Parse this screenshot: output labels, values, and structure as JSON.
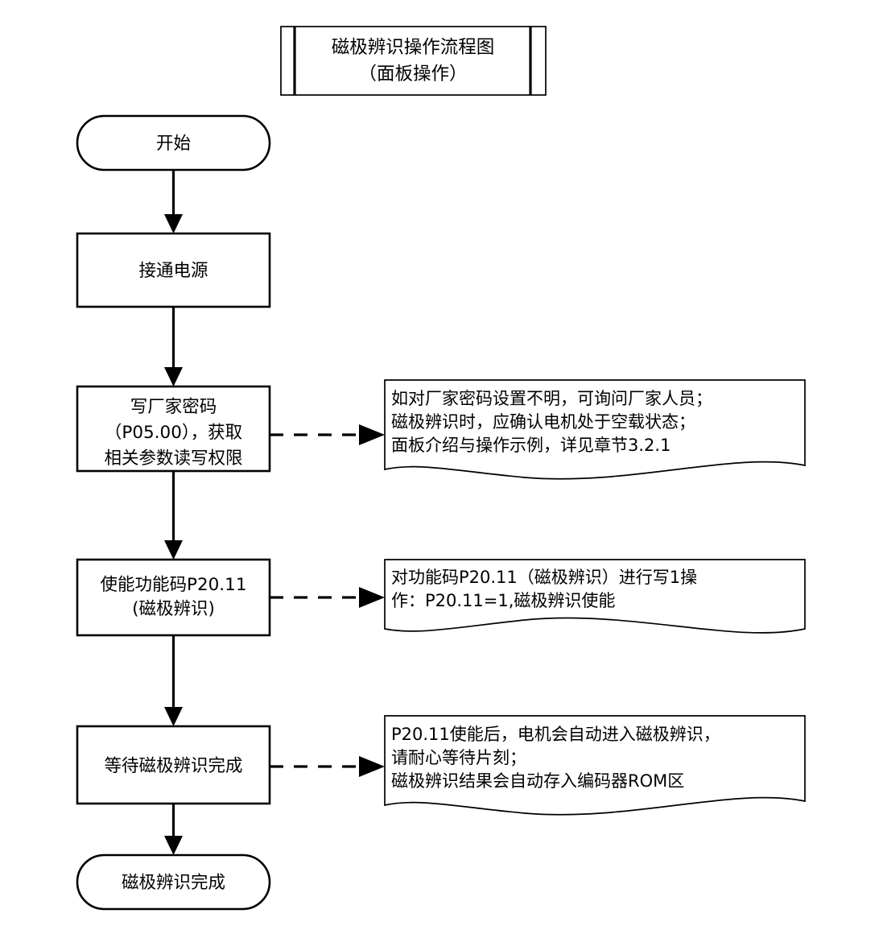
{
  "diagram": {
    "title_box": {
      "lines": [
        "磁极辨识操作流程图",
        "（面板操作）"
      ]
    },
    "nodes": [
      {
        "id": "start",
        "shape": "stadium",
        "name": "node-start",
        "lines": [
          "开始"
        ]
      },
      {
        "id": "power-on",
        "shape": "rect",
        "name": "node-power-on",
        "lines": [
          "接通电源"
        ]
      },
      {
        "id": "write-password",
        "shape": "rect",
        "name": "node-write-factory-password",
        "lines": [
          "写厂家密码",
          "（P05.00），获取",
          "相关参数读写权限"
        ]
      },
      {
        "id": "enable-p2011",
        "shape": "rect",
        "name": "node-enable-function-code",
        "lines": [
          "使能功能码P20.11",
          "(磁极辨识)"
        ]
      },
      {
        "id": "wait-complete",
        "shape": "rect",
        "name": "node-wait-identification",
        "lines": [
          "等待磁极辨识完成"
        ]
      },
      {
        "id": "finish",
        "shape": "stadium",
        "name": "node-identification-complete",
        "lines": [
          "磁极辨识完成"
        ]
      }
    ],
    "notes": [
      {
        "id": "note-password",
        "name": "note-factory-password",
        "attached_to": "write-password",
        "wave": "down",
        "lines": [
          "如对厂家密码设置不明，可询问厂家人员；",
          "磁极辨识时，应确认电机处于空载状态；",
          "面板介绍与操作示例，详见章节3.2.1"
        ]
      },
      {
        "id": "note-enable",
        "name": "note-enable-function-code",
        "attached_to": "enable-p2011",
        "wave": "up",
        "lines": [
          "对功能码P20.11（磁极辨识）进行写1操",
          "作：P20.11=1,磁极辨识使能"
        ]
      },
      {
        "id": "note-wait",
        "name": "note-wait-identification",
        "attached_to": "wait-complete",
        "wave": "down",
        "lines": [
          "P20.11使能后，电机会自动进入磁极辨识，",
          "请耐心等待片刻；",
          "磁极辨识结果会自动存入编码器ROM区"
        ]
      }
    ],
    "connectors": [
      {
        "id": "c1",
        "name": "connector-start-to-power-on",
        "style": "solid",
        "from": "start",
        "to": "power-on"
      },
      {
        "id": "c2",
        "name": "connector-power-on-to-write-password",
        "style": "solid",
        "from": "power-on",
        "to": "write-password"
      },
      {
        "id": "c3",
        "name": "connector-write-password-to-enable",
        "style": "solid",
        "from": "write-password",
        "to": "enable-p2011"
      },
      {
        "id": "c4",
        "name": "connector-enable-to-wait",
        "style": "solid",
        "from": "enable-p2011",
        "to": "wait-complete"
      },
      {
        "id": "c5",
        "name": "connector-wait-to-finish",
        "style": "solid",
        "from": "wait-complete",
        "to": "finish"
      },
      {
        "id": "d1",
        "name": "connector-write-password-to-note",
        "style": "dashed",
        "from": "write-password",
        "to": "note-password"
      },
      {
        "id": "d2",
        "name": "connector-enable-to-note",
        "style": "dashed",
        "from": "enable-p2011",
        "to": "note-enable"
      },
      {
        "id": "d3",
        "name": "connector-wait-to-note",
        "style": "dashed",
        "from": "wait-complete",
        "to": "note-wait"
      }
    ],
    "colors": {
      "stroke": "#000000",
      "fill": "#ffffff",
      "text": "#000000"
    }
  }
}
